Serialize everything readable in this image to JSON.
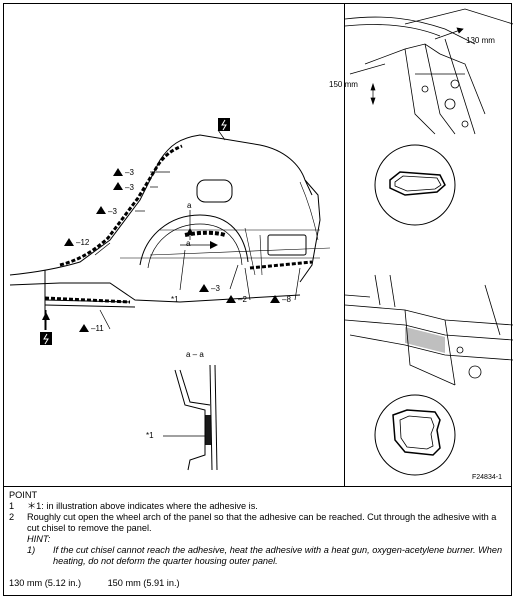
{
  "figure_id": "F24834-1",
  "labels": {
    "dim_130": "130 mm",
    "dim_150": "150 mm",
    "section": "a – a",
    "a_top": "a",
    "a_bottom": "a",
    "star1_main": "*1",
    "star1_section": "*1",
    "callout_3a": "–3",
    "callout_3b": "–3",
    "callout_3c": "–3",
    "callout_12": "–12",
    "callout_11": "–11",
    "callout_3d": "–3",
    "callout_2": "–2",
    "callout_8": "–8"
  },
  "notes": {
    "title": "POINT",
    "items": [
      {
        "num": "1",
        "text": "＊1: in illustration above indicates where the adhesive is."
      },
      {
        "num": "2",
        "text": "Roughly cut open the wheel arch of the panel so that the adhesive can be reached. Cut through the adhesive with a cut chisel to remove the panel."
      }
    ],
    "hint_label": "HINT:",
    "hint_items": [
      {
        "num": "1)",
        "text": "If the cut chisel cannot reach the adhesive, heat the adhesive with a heat gun, oxygen-acetylene burner. When heating, do not deform the quarter housing outer panel."
      }
    ]
  },
  "dimensions": [
    "130 mm (5.12 in.)",
    "150 mm (5.91 in.)"
  ]
}
